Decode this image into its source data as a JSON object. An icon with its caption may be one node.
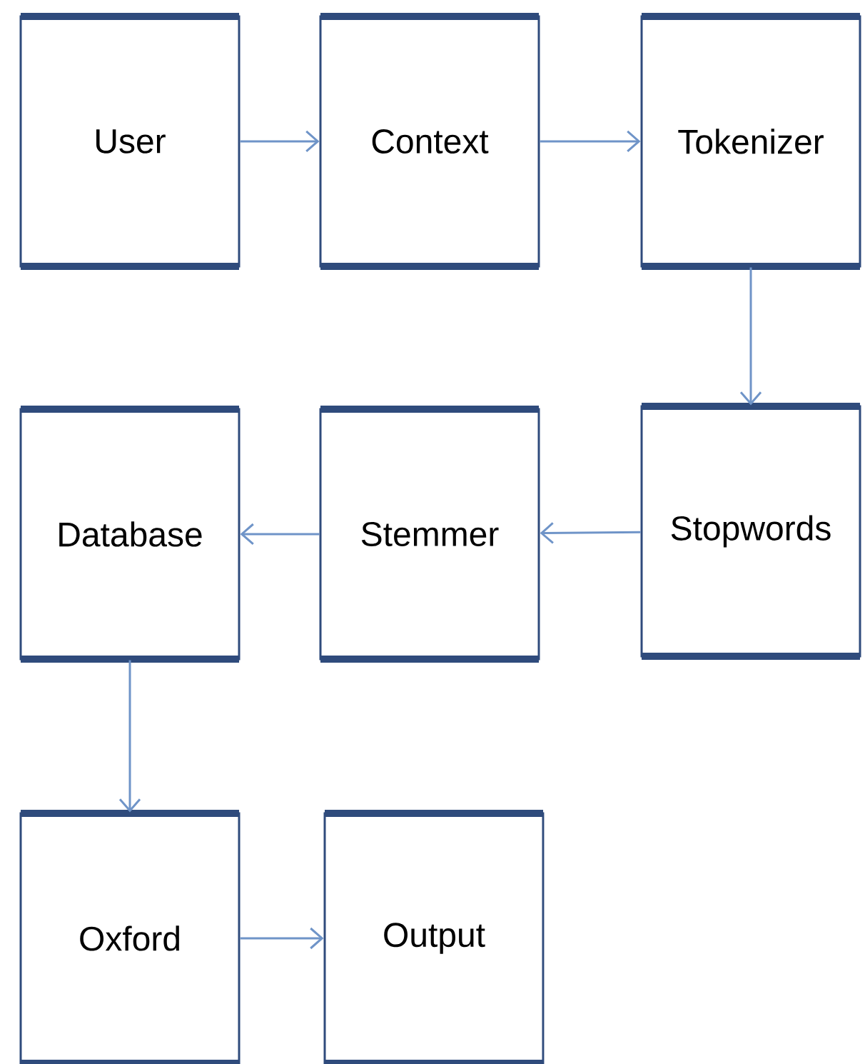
{
  "diagram": {
    "nodes": [
      {
        "text": [
          "User"
        ]
      },
      {
        "text": [
          "Context"
        ]
      },
      {
        "text": [
          "Tokenizer"
        ]
      },
      {
        "text": [
          "Database"
        ]
      },
      {
        "text": [
          "Stemmer"
        ]
      },
      {
        "text": [
          "Stopwords"
        ]
      },
      {
        "text": [
          "Oxford"
        ]
      },
      {
        "text": [
          "Output"
        ]
      }
    ],
    "edges": [
      {
        "from": 0,
        "to": 1,
        "arrow": "to"
      },
      {
        "from": 1,
        "to": 2,
        "arrow": "to"
      },
      {
        "from": 2,
        "to": 5,
        "arrow": "to"
      },
      {
        "from": 5,
        "to": 4,
        "arrow": "to"
      },
      {
        "from": 4,
        "to": 3,
        "arrow": "to"
      },
      {
        "from": 3,
        "to": 6,
        "arrow": "to"
      },
      {
        "from": 6,
        "to": 7,
        "arrow": "to"
      }
    ]
  }
}
